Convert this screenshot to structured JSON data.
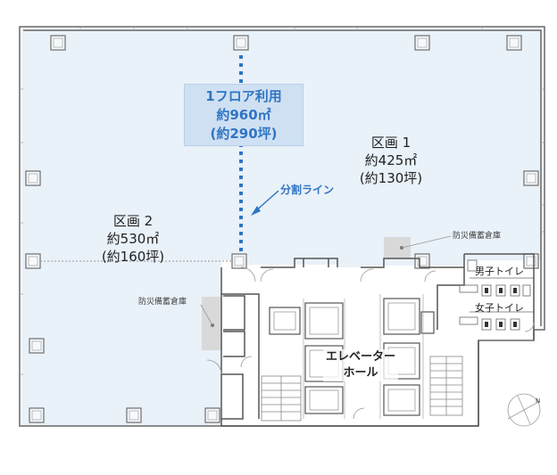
{
  "total_use": {
    "line1": "1フロア利用",
    "line2": "約960㎡",
    "line3": "(約290坪)"
  },
  "zone1": {
    "name": "区画 1",
    "area_sqm": "約425㎡",
    "area_tsubo": "(約130坪)"
  },
  "zone2": {
    "name": "区画 2",
    "area_sqm": "約530㎡",
    "area_tsubo": "(約160坪)"
  },
  "split_line_label": "分割ライン",
  "storage_label_1": "防災備蓄倉庫",
  "storage_label_2": "防災備蓄倉庫",
  "mens_toilet": "男子トイレ",
  "womens_toilet": "女子トイレ",
  "elevator_hall": {
    "line1": "エレベーター",
    "line2": "ホール"
  },
  "compass_label": "N",
  "colors": {
    "floor_fill": "#e9f1f9",
    "accent_blue": "#2f75c3",
    "wall": "#555555",
    "storage_fill": "#d9d9d9"
  }
}
